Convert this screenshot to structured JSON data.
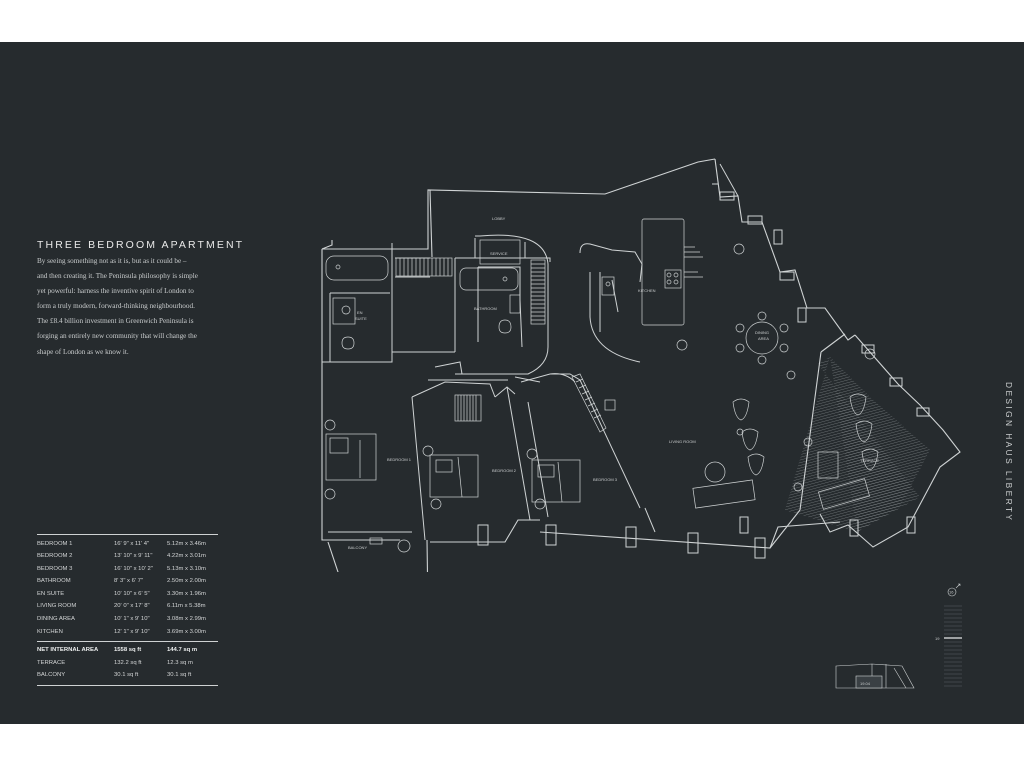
{
  "title": "THREE BEDROOM APARTMENT",
  "intro": [
    "By seeing something not as it is, but as it could be –",
    "and then creating it. The Peninsula philosophy is simple",
    "yet powerful: harness the inventive spirit of London to",
    "form a truly modern, forward-thinking neighbourhood.",
    "The £8.4 billion investment in Greenwich Peninsula is",
    "forging an entirely new community that will change the",
    "shape of London as we know it."
  ],
  "rooms": [
    {
      "name": "BEDROOM 1",
      "imperial": "16' 9\" x 11' 4\"",
      "metric": "5.12m x 3.46m"
    },
    {
      "name": "BEDROOM 2",
      "imperial": "13' 10\" x 9' 11\"",
      "metric": "4.22m x 3.01m"
    },
    {
      "name": "BEDROOM 3",
      "imperial": "16' 10\" x 10' 2\"",
      "metric": "5.13m x 3.10m"
    },
    {
      "name": "BATHROOM",
      "imperial": "8' 3\" x 6' 7\"",
      "metric": "2.50m x 2.00m"
    },
    {
      "name": "EN SUITE",
      "imperial": "10' 10\" x 6' 5\"",
      "metric": "3.30m x 1.96m"
    },
    {
      "name": "LIVING ROOM",
      "imperial": "20' 0\" x 17' 8\"",
      "metric": "6.11m x 5.38m"
    },
    {
      "name": "DINING AREA",
      "imperial": "10' 1\" x 9' 10\"",
      "metric": "3.08m x 2.99m"
    },
    {
      "name": "KITCHEN",
      "imperial": "12' 1\" x 9' 10\"",
      "metric": "3.69m x 3.00m"
    }
  ],
  "areas": [
    {
      "name": "NET INTERNAL AREA",
      "imperial": "1558 sq ft",
      "metric": "144.7 sq m",
      "emphasis": true
    },
    {
      "name": "TERRACE",
      "imperial": "132.2 sq ft",
      "metric": "12.3 sq m"
    },
    {
      "name": "BALCONY",
      "imperial": "30.1 sq ft",
      "metric": "30.1 sq ft"
    }
  ],
  "plan_labels": {
    "lobby": "LOBBY",
    "service": "SERVICE",
    "en_suite": [
      "EN",
      "SUITE"
    ],
    "bathroom": "BATHROOM",
    "kitchen": "KITCHEN",
    "dining": [
      "DINING",
      "AREA"
    ],
    "living": "LIVING ROOM",
    "bedroom1": "BEDROOM 1",
    "bedroom2": "BEDROOM 2",
    "bedroom3": "BEDROOM 3",
    "terrace": "TERRACE",
    "balcony": "BALCONY"
  },
  "brand": "DESIGN HAUS LIBERTY",
  "floor_indicator": {
    "current": "19",
    "marker": "16"
  },
  "keyplan": {
    "unit": "19.04"
  },
  "colors": {
    "background": "#262b2e",
    "line": "#cfd3d4",
    "text": "#d3d5d6",
    "terrace_hatch": "#8f9598"
  }
}
